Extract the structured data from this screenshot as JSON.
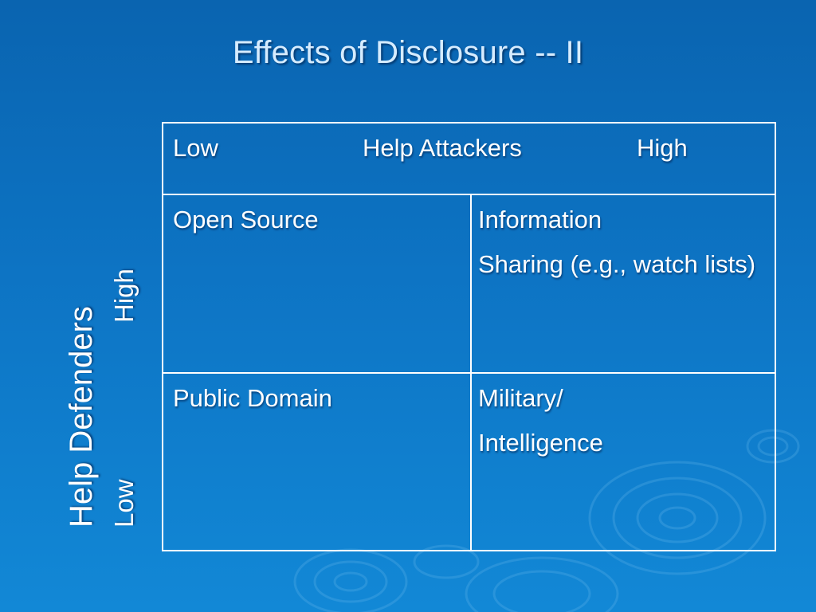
{
  "slide": {
    "title": "Effects of Disclosure -- II"
  },
  "axis": {
    "header_low": "Low",
    "header_attackers": "Help Attackers",
    "header_high": "High",
    "side_defenders": "Help Defenders",
    "side_low": "Low",
    "side_high": "High"
  },
  "cells": {
    "top_left": "Open Source",
    "top_right_line1": "Information",
    "top_right_line2": "Sharing (e.g., watch lists)",
    "bottom_left": "Public Domain",
    "bottom_right_line1": "Military/",
    "bottom_right_line2": "Intelligence"
  }
}
